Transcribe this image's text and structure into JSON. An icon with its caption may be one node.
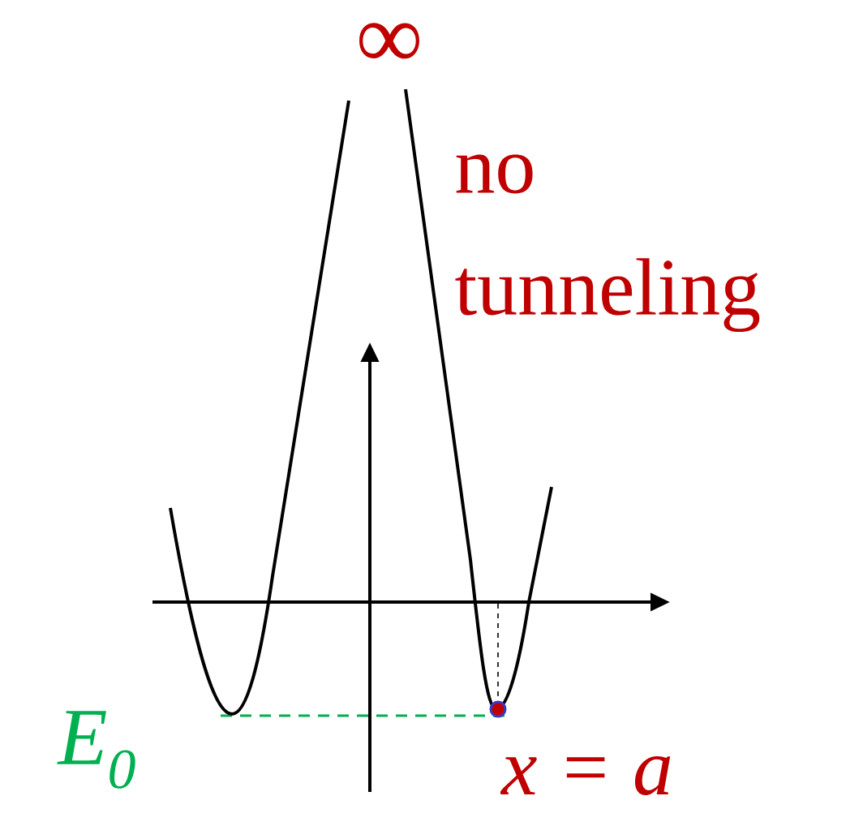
{
  "diagram": {
    "labels": [
      "∞",
      "no tunneling",
      "*E*$_{0}$",
      "*x* = *a*"
    ]
  }
}
